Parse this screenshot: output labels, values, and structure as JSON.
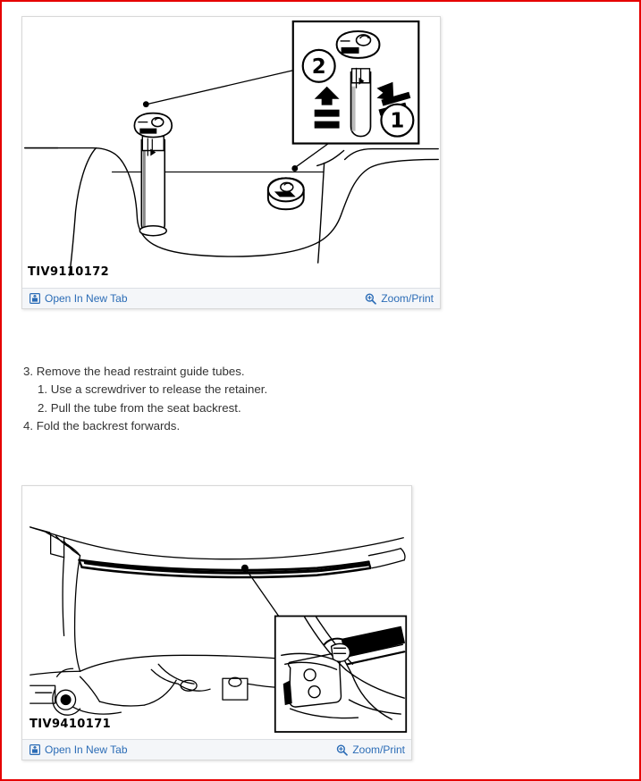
{
  "page": {
    "border_color": "#e60000",
    "background": "#ffffff"
  },
  "figures": [
    {
      "id": "figure-1",
      "caption": "TIV9110172",
      "alt": "Head restraint guide tube removal diagram with numbered callouts 1 and 2",
      "callouts": [
        "1",
        "2"
      ],
      "footer": {
        "open_in_new_tab": {
          "label": "Open In New Tab",
          "icon": "open-in-new-tab-icon"
        },
        "zoom_print": {
          "label": "Zoom/Print",
          "icon": "magnifier-plus-icon"
        }
      }
    },
    {
      "id": "figure-2",
      "caption": "TIV9410171",
      "alt": "Seat backrest underside diagram with magnified detail inset",
      "callouts": [],
      "footer": {
        "open_in_new_tab": {
          "label": "Open In New Tab",
          "icon": "open-in-new-tab-icon"
        },
        "zoom_print": {
          "label": "Zoom/Print",
          "icon": "magnifier-plus-icon"
        }
      }
    }
  ],
  "instructions": {
    "lines": [
      {
        "text": "3. Remove the head restraint guide tubes.",
        "level": 1
      },
      {
        "text": "1. Use a screwdriver to release the retainer.",
        "level": 2
      },
      {
        "text": "2. Pull the tube from the seat backrest.",
        "level": 2
      },
      {
        "text": "4. Fold the backrest forwards.",
        "level": 1
      }
    ]
  },
  "colors": {
    "link": "#2b6cb6",
    "text": "#333333",
    "footer_bg": "#f4f6f9",
    "panel_border": "#d8d8d8",
    "page_border": "#e60000"
  }
}
